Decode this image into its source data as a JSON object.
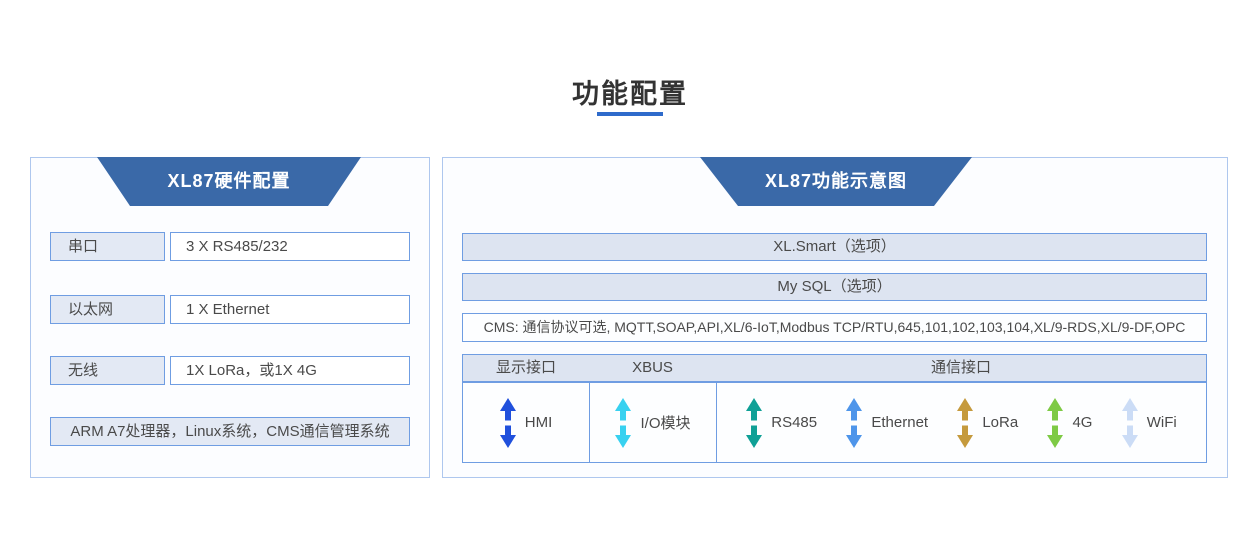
{
  "header": {
    "title": "功能配置"
  },
  "left_panel": {
    "title": "XL87硬件配置",
    "rows": [
      {
        "label": "串口",
        "value": "3 X RS485/232"
      },
      {
        "label": "以太网",
        "value": "1 X Ethernet"
      },
      {
        "label": "无线",
        "value": "1X LoRa，或1X 4G"
      }
    ],
    "footer": "ARM A7处理器，Linux系统，CMS通信管理系统"
  },
  "right_panel": {
    "title": "XL87功能示意图",
    "option_bars": [
      "XL.Smart（选项）",
      "My SQL（选项）"
    ],
    "cms_bar": "CMS: 通信协议可选, MQTT,SOAP,API,XL/6-IoT,Modbus TCP/RTU,645,101,102,103,104,XL/9-RDS,XL/9-DF,OPC",
    "table": {
      "headers": [
        "显示接口",
        "XBUS",
        "通信接口"
      ],
      "items": [
        {
          "label": "HMI",
          "color": "#2050dc",
          "group": "显示接口"
        },
        {
          "label": "I/O模块",
          "color": "#38d1f0",
          "group": "XBUS"
        },
        {
          "label": "RS485",
          "color": "#0fa096",
          "group": "通信接口"
        },
        {
          "label": "Ethernet",
          "color": "#4e95ea",
          "group": "通信接口"
        },
        {
          "label": "LoRa",
          "color": "#c59a3d",
          "group": "通信接口"
        },
        {
          "label": "4G",
          "color": "#7eca45",
          "group": "通信接口"
        },
        {
          "label": "WiFi",
          "color": "#cbdcf6",
          "group": "通信接口"
        }
      ]
    }
  },
  "colors": {
    "title_text": "#333333",
    "accent_underline": "#2e6bcb",
    "panel_header_fill": "#3a69a8",
    "panel_border": "#aec7ee",
    "panel_fill": "#fcfdff",
    "box_border": "#6f9de2",
    "label_fill": "#e3e9f4",
    "bar_fill": "#dde4f1",
    "body_text": "#4a4a4a"
  }
}
